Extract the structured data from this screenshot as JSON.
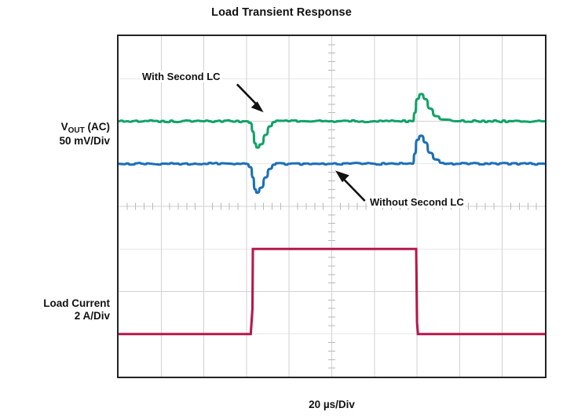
{
  "chart_data": {
    "type": "line",
    "title": "Load Transient Response",
    "xlabel": "20 µs/Div",
    "ylabel_top": "V_OUT (AC) 50 mV/Div",
    "ylabel_bottom": "Load Current 2 A/Div",
    "grid": true,
    "grid_divisions_x": 10,
    "grid_divisions_y": 8,
    "x_units_per_div": 20,
    "x_unit": "µs",
    "x_range_us": [
      -100,
      100
    ],
    "legend_position": "inline-annotations",
    "series": [
      {
        "name": "With Second LC",
        "color": "#13a269",
        "trace": "VOUT_AC",
        "units_per_div": 50,
        "unit": "mV",
        "baseline_div_from_top": 2.0,
        "undershoot_peak_div": 2.62,
        "undershoot_mV": -31,
        "overshoot_peak_div": 1.36,
        "overshoot_mV": 32,
        "step_load_time_us": [
          -37,
          40
        ],
        "points_us_mV": [
          [
            -100,
            0
          ],
          [
            -60,
            0
          ],
          [
            -40,
            0
          ],
          [
            -38,
            -2
          ],
          [
            -37,
            -12
          ],
          [
            -36,
            -26
          ],
          [
            -35,
            -31
          ],
          [
            -33,
            -27
          ],
          [
            -31,
            -16
          ],
          [
            -29,
            -6
          ],
          [
            -27,
            -1
          ],
          [
            -20,
            0
          ],
          [
            0,
            0
          ],
          [
            20,
            0
          ],
          [
            38,
            0
          ],
          [
            39,
            10
          ],
          [
            40,
            26
          ],
          [
            42,
            32
          ],
          [
            44,
            26
          ],
          [
            46,
            15
          ],
          [
            49,
            6
          ],
          [
            52,
            2
          ],
          [
            60,
            0
          ],
          [
            100,
            0
          ]
        ]
      },
      {
        "name": "Without Second LC",
        "color": "#1c6fb8",
        "trace": "VOUT_AC",
        "units_per_div": 50,
        "unit": "mV",
        "baseline_div_from_top": 3.0,
        "undershoot_peak_div": 3.68,
        "undershoot_mV": -34,
        "overshoot_peak_div": 2.35,
        "overshoot_mV": 33,
        "step_load_time_us": [
          -37,
          40
        ],
        "points_us_mV": [
          [
            -100,
            0
          ],
          [
            -60,
            0
          ],
          [
            -40,
            0
          ],
          [
            -38,
            -4
          ],
          [
            -37,
            -16
          ],
          [
            -36,
            -30
          ],
          [
            -35,
            -34
          ],
          [
            -33,
            -28
          ],
          [
            -31,
            -16
          ],
          [
            -29,
            -6
          ],
          [
            -27,
            -1
          ],
          [
            -20,
            0
          ],
          [
            0,
            0
          ],
          [
            20,
            0
          ],
          [
            38,
            0
          ],
          [
            39,
            12
          ],
          [
            40,
            28
          ],
          [
            42,
            33
          ],
          [
            44,
            25
          ],
          [
            46,
            13
          ],
          [
            49,
            5
          ],
          [
            52,
            1
          ],
          [
            60,
            0
          ],
          [
            100,
            0
          ]
        ]
      },
      {
        "name": "Load Current",
        "color": "#b5184a",
        "trace": "ILOAD",
        "units_per_div": 2,
        "unit": "A",
        "low_level_div_from_top": 7.0,
        "high_level_div_from_top": 5.0,
        "step_amplitude_A": 4,
        "rise_time_us": -37,
        "fall_time_us": 40,
        "points_us_A": [
          [
            -100,
            0
          ],
          [
            -38,
            0
          ],
          [
            -37.2,
            1.2
          ],
          [
            -37.0,
            4
          ],
          [
            0,
            4
          ],
          [
            39.6,
            4
          ],
          [
            40.0,
            0.55
          ],
          [
            40.4,
            0
          ],
          [
            100,
            0
          ]
        ]
      }
    ],
    "annotations": [
      {
        "id": "with-second-lc",
        "text": "With Second LC",
        "arrow": "down-right",
        "points_to_series": "With Second LC"
      },
      {
        "id": "without-second-lc",
        "text": "Without Second LC",
        "arrow": "up-left",
        "points_to_series": "Without Second LC"
      }
    ]
  },
  "title": "Load Transient Response",
  "axes": {
    "x_label": "20 µs/Div",
    "y_top_line1_prefix": "V",
    "y_top_line1_sub": "OUT",
    "y_top_line1_suffix": " (AC)",
    "y_top_line2": "50 mV/Div",
    "y_bottom_line1": "Load Current",
    "y_bottom_line2": "2 A/Div"
  },
  "annotations": {
    "with_second_lc": "With Second LC",
    "without_second_lc": "Without Second LC"
  },
  "colors": {
    "green_trace": "#13a269",
    "blue_trace": "#1c6fb8",
    "red_trace": "#b5184a",
    "frame": "#232323",
    "grid_major": "#cfcfcf",
    "grid_minor": "#bdbdbd",
    "background": "#ffffff"
  }
}
